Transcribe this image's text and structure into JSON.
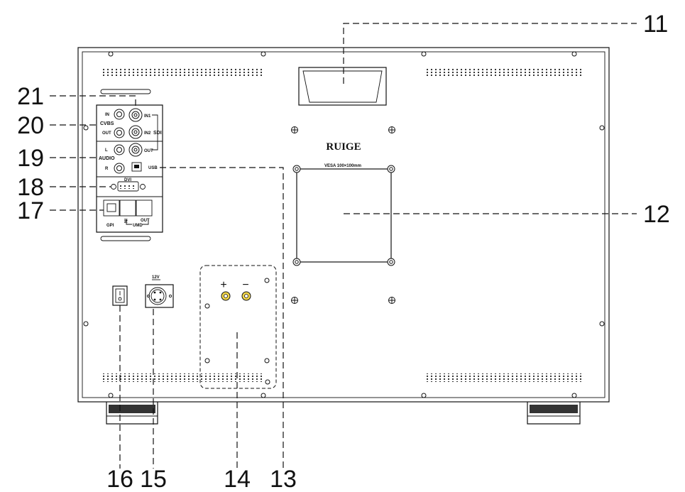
{
  "brand": "RUIGE",
  "vesa_label": "VESA 100×100mm",
  "panel": {
    "cvbs": "CVBS",
    "cvbs_in": "IN",
    "cvbs_out": "OUT",
    "audio": "AUDIO",
    "audio_l": "L",
    "audio_r": "R",
    "sdi": "SDI",
    "sdi_in1": "IN1",
    "sdi_in2": "IN2",
    "sdi_out": "OUT",
    "usb": "USB",
    "dvi": "DVI",
    "gpi": "GPI",
    "umd": "UMD",
    "umd_in": "IN",
    "umd_out": "OUT"
  },
  "power": {
    "voltage": "12V",
    "plus": "+",
    "minus": "−"
  },
  "callouts": {
    "n11": "11",
    "n12": "12",
    "n13": "13",
    "n14": "14",
    "n15": "15",
    "n16": "16",
    "n17": "17",
    "n18": "18",
    "n19": "19",
    "n20": "20",
    "n21": "21"
  }
}
